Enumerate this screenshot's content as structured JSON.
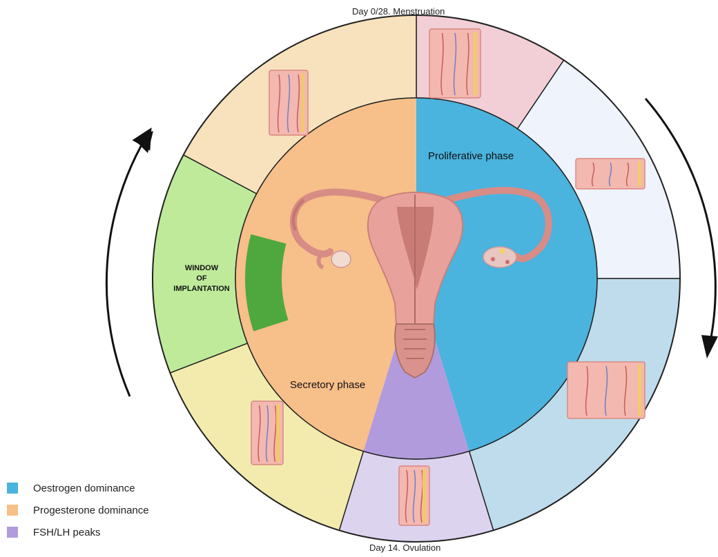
{
  "labels": {
    "menstruation": "Day 0/28. Menstruation",
    "ovulation": "Day 14. Ovulation",
    "proliferative": "Proliferative phase",
    "secretory": "Secretory phase",
    "woi_line1": "WINDOW",
    "woi_line2": "OF",
    "woi_line3": "IMPLANTATION"
  },
  "legend": [
    {
      "label": "Oestrogen dominance",
      "color": "#4AB3DE"
    },
    {
      "label": "Progesterone dominance",
      "color": "#F7BF89"
    },
    {
      "label": "FSH/LH peaks",
      "color": "#B19BDD"
    }
  ],
  "colors": {
    "outer_menstruation": "#F2CFD6",
    "outer_early_prolif": "#EEF3FC",
    "outer_late_prolif": "#BEDCEB",
    "outer_ovulation": "#DCD3EE",
    "outer_early_secretory": "#F3EBAE",
    "outer_window": "#BFEA9A",
    "outer_late_secretory": "#F7E2BD",
    "woi_band": "#4FA83E",
    "uterus": "#E9A29B",
    "arrow": "#111111"
  }
}
